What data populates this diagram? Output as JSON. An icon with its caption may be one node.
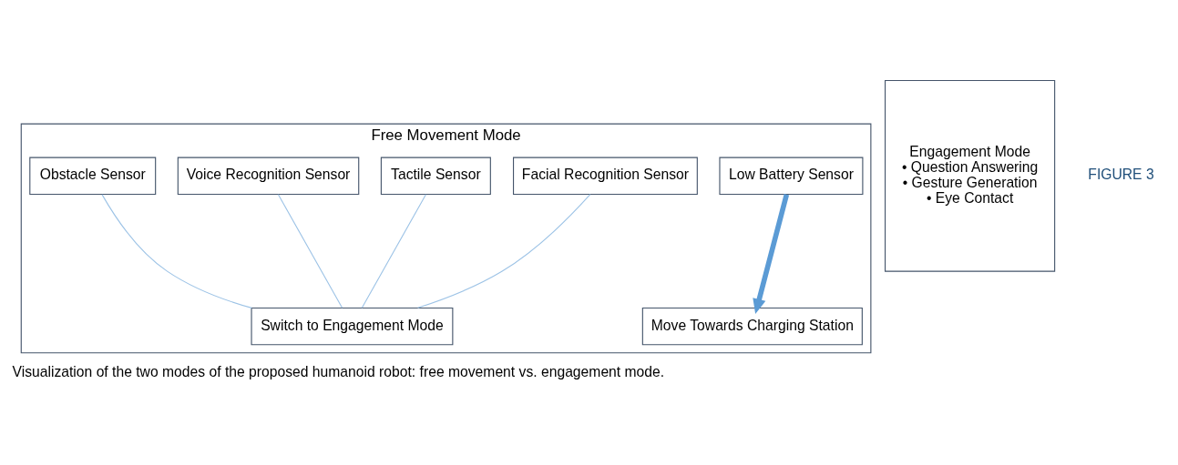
{
  "diagram": {
    "caption": "Visualization of the two modes of the proposed humanoid robot: free movement vs. engagement mode.",
    "nodes": [
      {
        "text": [
          "Free Movement Mode"
        ]
      },
      {
        "text": [
          "Low Battery Sensor"
        ],
        "in": 0
      },
      {
        "text": [
          "Facial Recognition Sensor"
        ],
        "in": 0
      },
      {
        "text": [
          "Tactile Sensor"
        ],
        "in": 0
      },
      {
        "text": [
          "Voice Recognition Sensor"
        ],
        "in": 0
      },
      {
        "text": [
          "Obstacle Sensor"
        ],
        "in": 0
      },
      {
        "text": [
          "Move Towards Charging Station"
        ],
        "in": 0
      },
      {
        "text": [
          "Switch to Engagement Mode"
        ],
        "in": 0
      },
      {
        "text": [
          "Engagement Mode",
          "• Question Answering",
          "• Gesture Generation",
          "• Eye Contact"
        ]
      }
    ],
    "edges": [
      {
        "from": 1,
        "to": 6,
        "arrow": "to",
        "style": "thick",
        "color": "#5b9bd5"
      },
      {
        "from": 2,
        "to": 7,
        "arrow": "none",
        "color": "#9dc3e6"
      },
      {
        "from": 3,
        "to": 7,
        "arrow": "none",
        "color": "#9dc3e6"
      },
      {
        "from": 4,
        "to": 7,
        "arrow": "none",
        "color": "#9dc3e6"
      },
      {
        "from": 5,
        "to": 7,
        "arrow": "none",
        "color": "#9dc3e6"
      }
    ],
    "labels": [
      "FIGURE 3"
    ]
  }
}
